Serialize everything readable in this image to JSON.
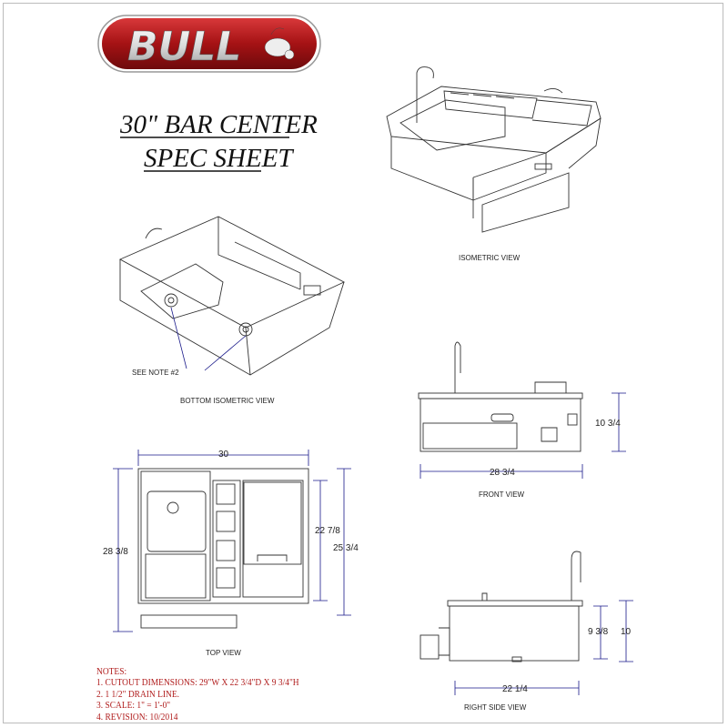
{
  "logo": {
    "text": "BULL"
  },
  "title": {
    "line1": "30\" BAR CENTER",
    "line2": "SPEC SHEET"
  },
  "views": {
    "isometric": "ISOMETRIC VIEW",
    "bottom_isometric": "BOTTOM ISOMETRIC VIEW",
    "see_note": "SEE NOTE #2",
    "top": "TOP VIEW",
    "front": "FRONT VIEW",
    "right_side": "RIGHT SIDE VIEW"
  },
  "dimensions": {
    "top_width": "30",
    "top_depth_overall": "28 3/8",
    "top_depth_inner": "22 7/8",
    "top_depth_body": "25 3/4",
    "front_height": "10 3/4",
    "front_width": "28 3/4",
    "side_height_inner": "9 3/8",
    "side_height": "10",
    "side_depth": "22 1/4"
  },
  "notes": {
    "heading": "NOTES:",
    "items": [
      "1. CUTOUT DIMENSIONS: 29\"W  X  22 3/4\"D  X  9 3/4\"H",
      "2. 1 1/2\" DRAIN LINE.",
      "3. SCALE: 1\" = 1'-0\"",
      "4. REVISION: 10/2014"
    ]
  },
  "colors": {
    "brand_red": "#b01c1c",
    "dimension_blue": "#1a1a8a"
  }
}
